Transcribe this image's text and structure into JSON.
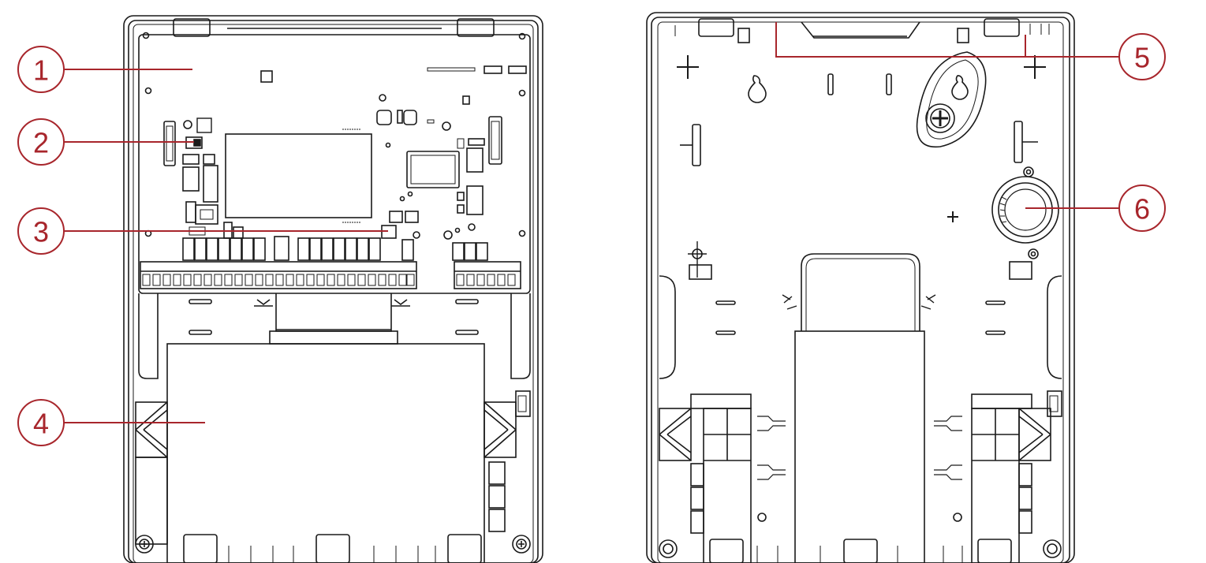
{
  "diagram": {
    "accent_color": "#a8262c",
    "line_color": "#1a1a1a",
    "left_panel": {
      "description_name": "enclosure-with-board",
      "callouts": [
        {
          "id": "callout-1",
          "label": "1"
        },
        {
          "id": "callout-2",
          "label": "2"
        },
        {
          "id": "callout-3",
          "label": "3"
        },
        {
          "id": "callout-4",
          "label": "4"
        }
      ]
    },
    "right_panel": {
      "description_name": "empty-enclosure-base",
      "callouts": [
        {
          "id": "callout-5",
          "label": "5"
        },
        {
          "id": "callout-6",
          "label": "6"
        }
      ]
    }
  }
}
